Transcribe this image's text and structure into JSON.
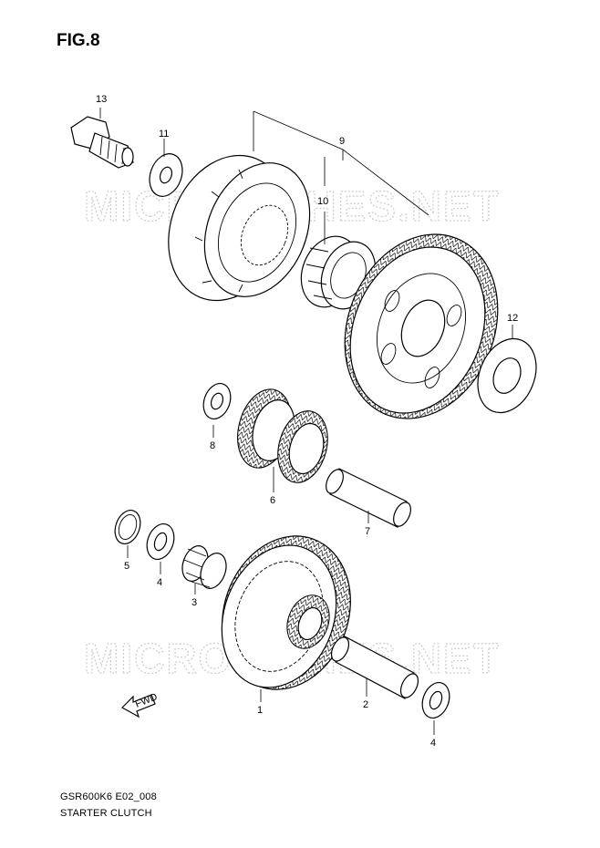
{
  "figure": {
    "title": "FIG.8",
    "code": "GSR600K6 E02_008",
    "name": "STARTER CLUTCH"
  },
  "watermark": {
    "text": "MICROFICHES.NET"
  },
  "fwd_label": "FWD",
  "callouts": {
    "c1": "1",
    "c2": "2",
    "c3": "3",
    "c4a": "4",
    "c4b": "4",
    "c5": "5",
    "c6": "6",
    "c7": "7",
    "c8": "8",
    "c9": "9",
    "c10": "10",
    "c11": "11",
    "c12": "12",
    "c13": "13"
  },
  "colors": {
    "line": "#000000",
    "watermark": "#cfcfcf",
    "background": "#ffffff"
  }
}
